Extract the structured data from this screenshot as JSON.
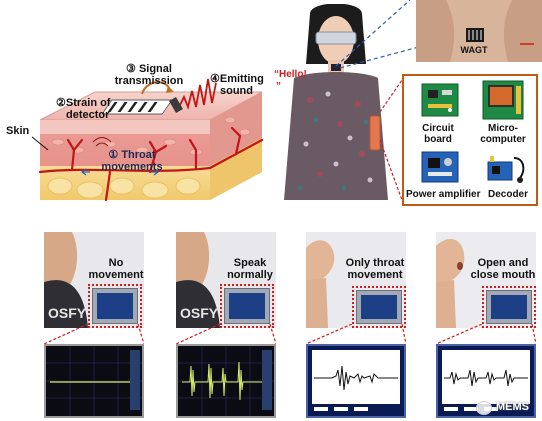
{
  "schematic": {
    "skin_label": "Skin",
    "step1_line1": "① Throat",
    "step1_line2": "movements",
    "step2_line1": "②Strain of",
    "step2_line2": "detector",
    "step3_line1": "③ Signal",
    "step3_line2": "transmission",
    "step4_line1": "④Emitting",
    "step4_line2": "sound"
  },
  "wearer": {
    "speech_bubble": "“Hello!",
    "speech_tail": "”"
  },
  "sensor_zoom": {
    "label": "WAGT"
  },
  "components": {
    "circuit_board_line1": "Circuit",
    "circuit_board_line2": "board",
    "microcomputer_line1": "Micro-",
    "microcomputer_line2": "computer",
    "power_amplifier": "Power amplifier",
    "decoder": "Decoder"
  },
  "tests": [
    {
      "line1": "No",
      "line2": "movement"
    },
    {
      "line1": "Speak",
      "line2": "normally"
    },
    {
      "line1": "Only throat",
      "line2": "movement"
    },
    {
      "line1": "Open and",
      "line2": "close mouth"
    }
  ],
  "watermark": "MEMS",
  "colors": {
    "accent_red": "#d21c1c",
    "accent_blue": "#2b5fb4",
    "skin_pink": "#f0b7b0",
    "fat_yellow": "#f4d28a"
  }
}
